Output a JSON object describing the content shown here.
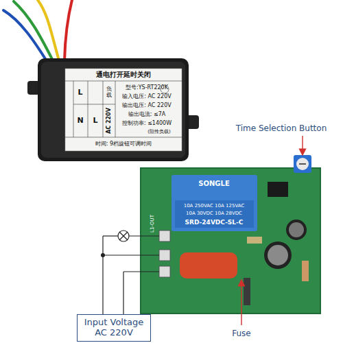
{
  "diagram": {
    "nodes": [
      {
        "text": [
          "Input Voltage AC 220V"
        ]
      }
    ],
    "labels": [
      "通电打开延时关闭",
      "型号:YS-RT220K",
      "输入电压: AC 220V",
      "输出电压: AC 220V",
      "输出电流: ≤7A",
      "控制功率: ≤1400W",
      "(阻性负载)",
      "时间: 9档旋钮可调时间",
      "L",
      "负载",
      "N",
      "L",
      "AC 220V",
      "Time Selection Button",
      "SONGLE",
      "10A 250VAC 10A 125VAC",
      "10A 30VDC 10A 28VDC",
      "SRD-24VDC-SL-C",
      "L1-OUT",
      "Fuse"
    ]
  }
}
